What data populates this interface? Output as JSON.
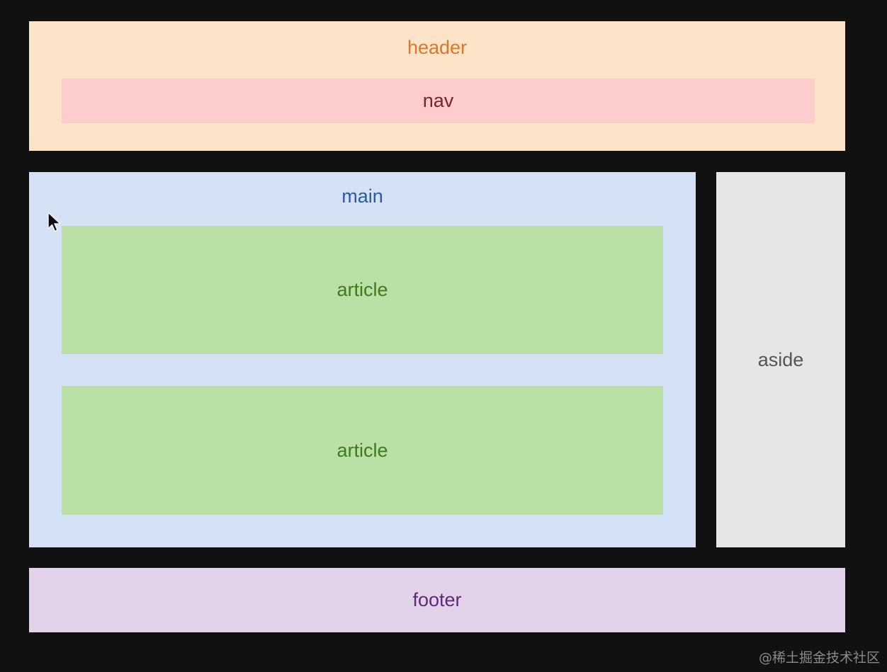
{
  "diagram": {
    "header": {
      "label": "header"
    },
    "nav": {
      "label": "nav"
    },
    "main": {
      "label": "main",
      "articles": [
        {
          "label": "article"
        },
        {
          "label": "article"
        }
      ]
    },
    "aside": {
      "label": "aside"
    },
    "footer": {
      "label": "footer"
    }
  },
  "watermark": "@稀土掘金技术社区",
  "icons": {
    "cursor": "mouse-pointer-icon"
  },
  "colors": {
    "background": "#111112",
    "header": "#fde4c8",
    "nav": "#fdcccc",
    "main": "#d5e2f6",
    "article": "#bae0a6",
    "aside": "#e6e6e6",
    "footer": "#e2d3ea"
  }
}
